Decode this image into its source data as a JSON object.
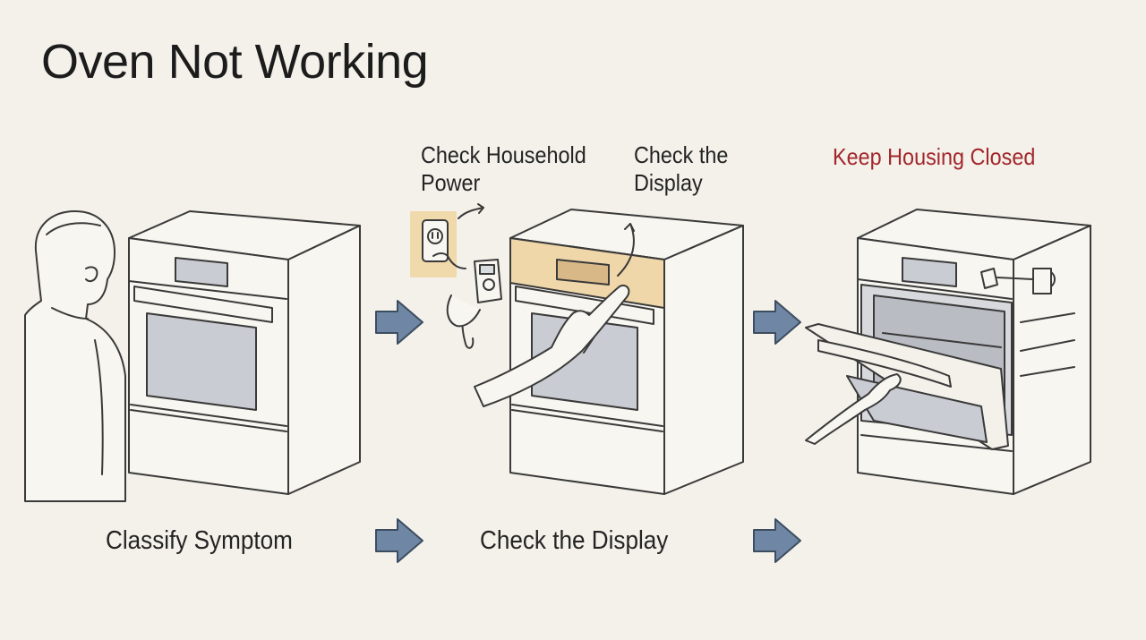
{
  "title": "Oven Not Working",
  "callouts": {
    "household_power": {
      "line1": "Check Household",
      "line2": "Power"
    },
    "display": {
      "line1": "Check the",
      "line2": "Display"
    },
    "housing": "Keep Housing Closed"
  },
  "steps": [
    {
      "label": "Classify Symptom"
    },
    {
      "label": "Check the Display"
    }
  ],
  "colors": {
    "warning_text": "#a3262b",
    "arrow_fill": "#6f87a4",
    "display_highlight": "#efd7a9"
  }
}
